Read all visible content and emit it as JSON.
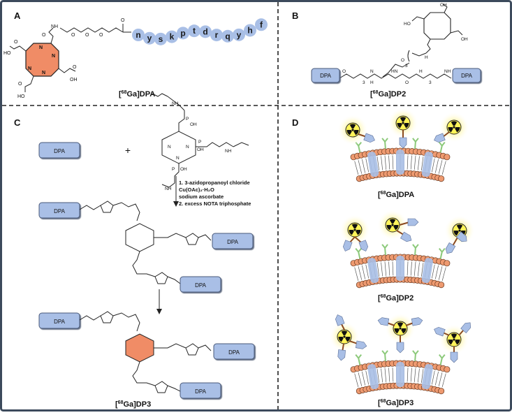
{
  "panels": {
    "a": {
      "letter": "A",
      "caption_pre": "[",
      "caption_sup": "68",
      "caption_post": "Ga]DPA",
      "peptide": [
        "n",
        "y",
        "s",
        "k",
        "p",
        "t",
        "d",
        "r",
        "q",
        "y",
        "h",
        "f"
      ],
      "labels": {
        "n": "N",
        "nh": "NH",
        "o": "O",
        "oh": "OH",
        "ho": "HO"
      }
    },
    "b": {
      "letter": "B",
      "caption_pre": "[",
      "caption_sup": "68",
      "caption_post": "Ga]DP2",
      "dpa": "DPA",
      "labels": {
        "oh": "OH",
        "ho": "HO",
        "o": "O",
        "h": "H",
        "n": "N",
        "nh": "NH",
        "hn": "HN",
        "sub3": "3"
      }
    },
    "c": {
      "letter": "C",
      "dpa": "DPA",
      "plus": "+",
      "conditions": [
        "1. 3-azidopropanoyl chloride",
        "Cu(OAc)₂·H₂O",
        "sodium ascorbate",
        "2. excess NOTA triphosphate"
      ],
      "product_pre": "[",
      "product_sup": "68",
      "product_post": "Ga]DP3",
      "labels": {
        "oh": "OH",
        "o": "O",
        "p": "P",
        "n": "N",
        "h": "H",
        "nh": "NH"
      }
    },
    "d": {
      "letter": "D",
      "captions": [
        {
          "pre": "[",
          "sup": "68",
          "post": "Ga]DPA"
        },
        {
          "pre": "[",
          "sup": "68",
          "post": "Ga]DP2"
        },
        {
          "pre": "[",
          "sup": "68",
          "post": "Ga]DP3"
        }
      ]
    }
  },
  "colors": {
    "frame": "#3c4a5c",
    "orange": "#f08c66",
    "blue": "#a9bfe6",
    "blue_dark": "#4a5a7a",
    "membrane": "#ee9a70",
    "green": "#8cc97a",
    "yellow": "#fff45a",
    "glow": "#fff7a8",
    "brown": "#8b4a1e"
  },
  "icons": [
    "radioactive-icon",
    "receptor-icon",
    "peptide-arrow-icon"
  ]
}
